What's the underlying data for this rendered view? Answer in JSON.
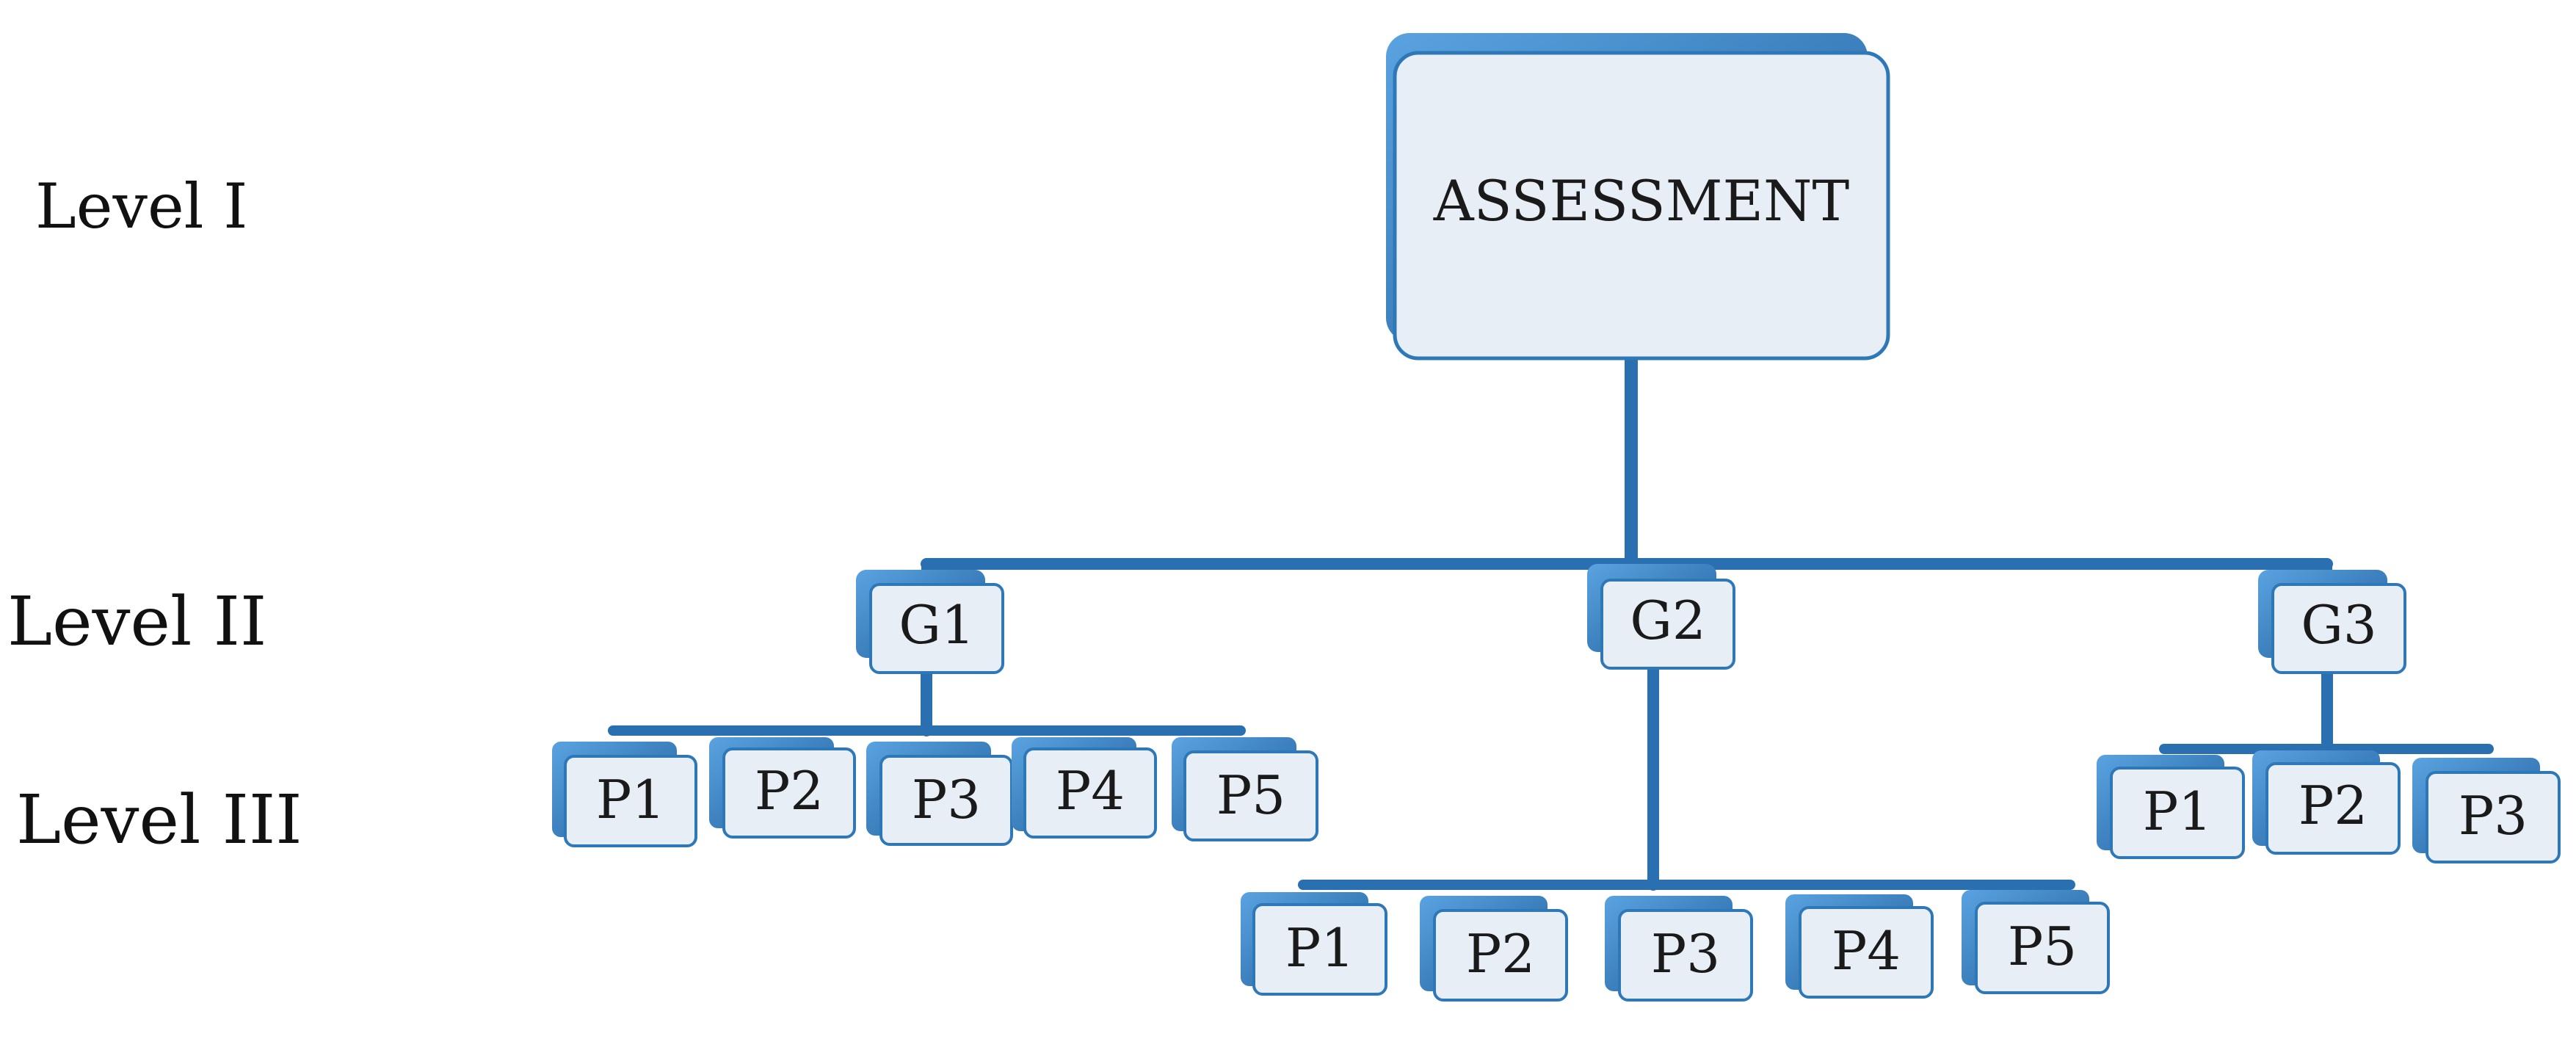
{
  "levels": [
    {
      "label": "Level I"
    },
    {
      "label": "Level II"
    },
    {
      "label": "Level III"
    }
  ],
  "root": {
    "label": "ASSESSMENT"
  },
  "groups": [
    {
      "label": "G1",
      "children": [
        "P1",
        "P2",
        "P3",
        "P4",
        "P5"
      ]
    },
    {
      "label": "G2",
      "children": [
        "P1",
        "P2",
        "P3",
        "P4",
        "P5"
      ]
    },
    {
      "label": "G3",
      "children": [
        "P1",
        "P2",
        "P3"
      ]
    }
  ],
  "colors": {
    "box_fill": "#e8eef6",
    "box_border": "#2f78b8",
    "box_shadow": "#1f5f9c",
    "connector": "#2a6faf"
  }
}
